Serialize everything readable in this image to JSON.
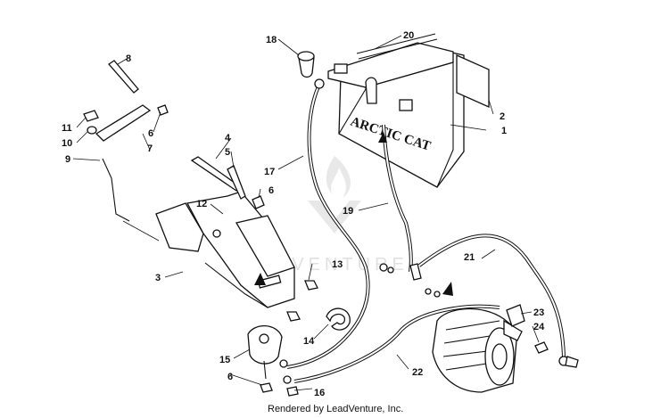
{
  "callouts": [
    "1",
    "2",
    "3",
    "4",
    "5",
    "6",
    "6",
    "6",
    "7",
    "8",
    "9",
    "10",
    "11",
    "12",
    "13",
    "14",
    "15",
    "16",
    "17",
    "18",
    "19",
    "20",
    "21",
    "22",
    "23",
    "24"
  ],
  "battery": {
    "brand_text": "ARCTIC CAT"
  },
  "watermark": {
    "text": "LEADVENTURE"
  },
  "footer": {
    "text": "Rendered by LeadVenture, Inc."
  }
}
